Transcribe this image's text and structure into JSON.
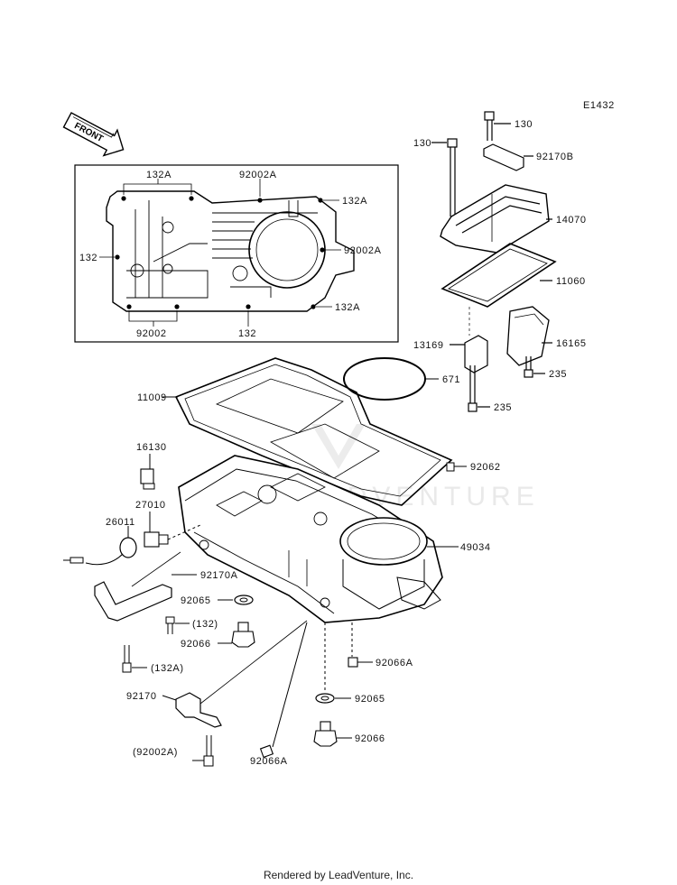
{
  "diagram_code": "E1432",
  "front_arrow_text": "FRONT",
  "watermark_text": "LEADVENTURE",
  "footer_text": "Rendered by LeadVenture, Inc.",
  "inset_labels": {
    "l132A_top": "132A",
    "l92002A_top": "92002A",
    "l132A_right": "132A",
    "l92002A_right": "92002A",
    "l132_left": "132",
    "l132A_bottom": "132A",
    "l92002_bottom": "92002",
    "l132_bottom": "132"
  },
  "part_labels": {
    "p130_top": "130",
    "p130_left": "130",
    "p92170B": "92170B",
    "p14070": "14070",
    "p11060": "11060",
    "p13169": "13169",
    "p16165": "16165",
    "p235_right": "235",
    "p235_left": "235",
    "p671": "671",
    "p11009": "11009",
    "p16130": "16130",
    "p92062": "92062",
    "p27010": "27010",
    "p26011": "26011",
    "p49034": "49034",
    "p92170A": "92170A",
    "p92065_upper": "92065",
    "p132_paren": "(132)",
    "p92066_upper": "92066",
    "p132A_paren": "(132A)",
    "p92066A_right": "92066A",
    "p92170": "92170",
    "p92065_lower": "92065",
    "p92066_lower": "92066",
    "p92002A_paren": "(92002A)",
    "p92066A_bottom": "92066A"
  }
}
